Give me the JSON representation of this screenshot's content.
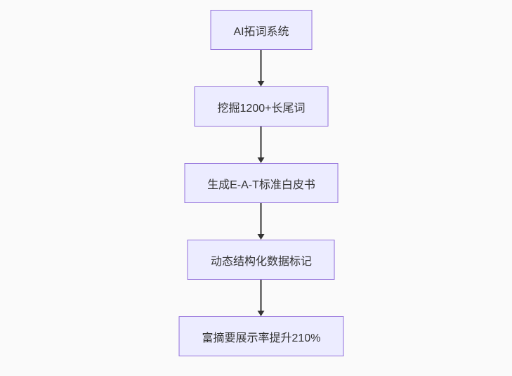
{
  "flowchart": {
    "type": "flowchart",
    "direction": "top-down",
    "nodes": [
      {
        "label": "AI拓词系统"
      },
      {
        "label": "挖掘1200+长尾词"
      },
      {
        "label": "生成E-A-T标准白皮书"
      },
      {
        "label": "动态结构化数据标记"
      },
      {
        "label": "富摘要展示率提升210%"
      }
    ],
    "edges": [
      {
        "from": 0,
        "to": 1
      },
      {
        "from": 1,
        "to": 2
      },
      {
        "from": 2,
        "to": 3
      },
      {
        "from": 3,
        "to": 4
      }
    ],
    "colors": {
      "node_fill": "#ececff",
      "node_border": "#9370db",
      "arrow": "#333333",
      "text": "#333333",
      "background": "#fafafa"
    }
  }
}
